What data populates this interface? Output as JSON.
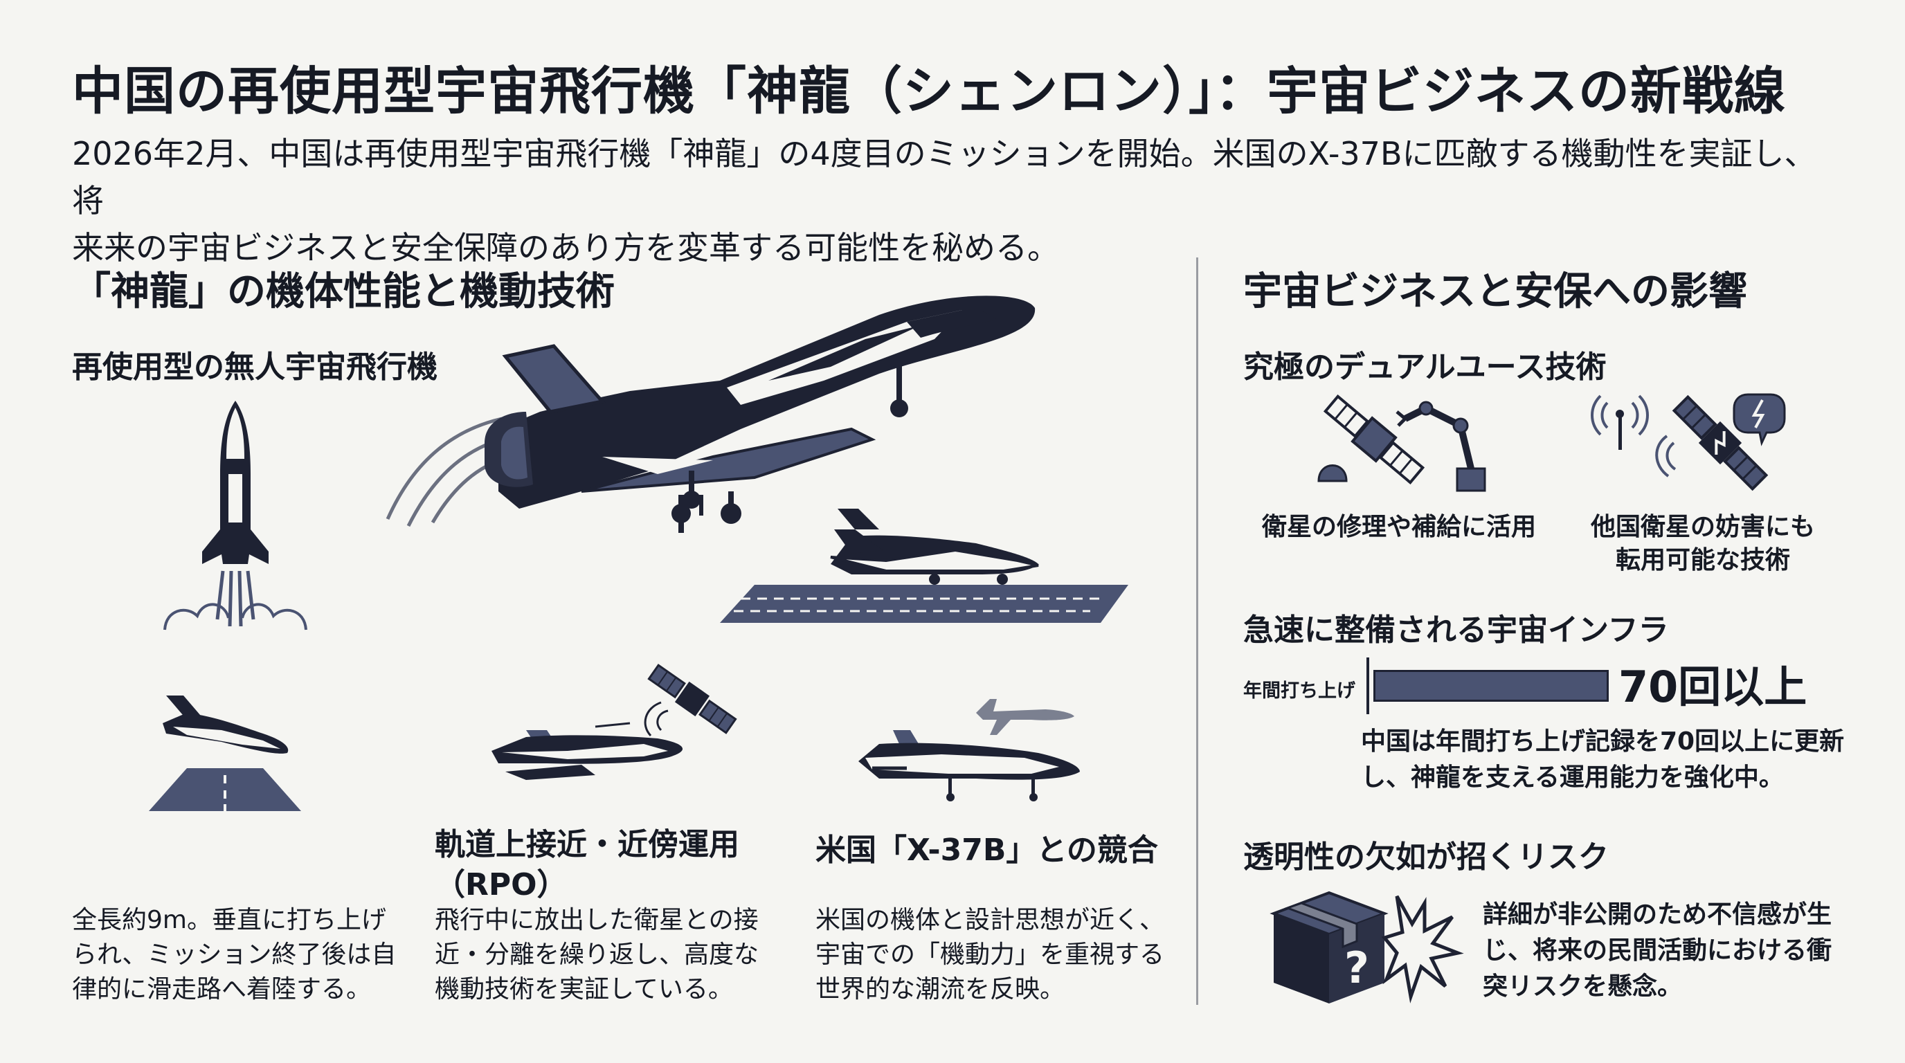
{
  "header": {
    "title": "中国の再使用型宇宙飛行機「神龍（シェンロン）」：宇宙ビジネスの新戦線",
    "lead_line1": "2026年2月、中国は再使用型宇宙飛行機「神龍」の4度目のミッションを開始。米国のX-37Bに匹敵する機動性を実証し、将",
    "lead_line2": "来来の宇宙ビジネスと安全保障のあり方を変革する可能性を秘める。"
  },
  "left": {
    "heading": "「神龍」の機体性能と機動技術",
    "subheading": "再使用型の無人宇宙飛行機",
    "col1": {
      "text_line1": "全長約9m。垂直に打ち上げ",
      "text_line2": "られ、ミッション終了後は自",
      "text_line3": "律的に滑走路へ着陸する。"
    },
    "col2": {
      "title_line1": "軌道上接近・近傍運用",
      "title_line2": "（RPO）",
      "text_line1": "飛行中に放出した衛星との接",
      "text_line2": "近・分離を繰り返し、高度な",
      "text_line3": "機動技術を実証している。"
    },
    "col3": {
      "title": "米国「X-37B」との競合",
      "text_line1": "米国の機体と設計思想が近く、",
      "text_line2": "宇宙での「機動力」を重視する",
      "text_line3": "世界的な潮流を反映。"
    }
  },
  "right": {
    "heading": "宇宙ビジネスと安保への影響",
    "dual_use": {
      "title": "究極のデュアルユース技術",
      "item1": "衛星の修理や補給に活用",
      "item2_line1": "他国衛星の妨害にも",
      "item2_line2": "転用可能な技術"
    },
    "infra": {
      "title": "急速に整備される宇宙インフラ",
      "bar_label": "年間打ち上げ",
      "bar_value_text": "70回以上",
      "text_line1": "中国は年間打ち上げ記録を70回以上に更新",
      "text_line2": "し、神龍を支える運用能力を強化中。"
    },
    "risk": {
      "title": "透明性の欠如が招くリスク",
      "box_mark": "?",
      "text_line1": "詳細が非公開のため不信感が生",
      "text_line2": "じ、将来の民間活動における衝",
      "text_line3": "突リスクを懸念。"
    }
  },
  "colors": {
    "navy": "#1e2233",
    "slate": "#4a5372",
    "bg": "#f5f5f2",
    "text": "#161a24"
  },
  "icons": [
    "rocket-icon",
    "spaceplane-icon",
    "runway-icon",
    "satellite-icon",
    "robot-arm-icon",
    "signal-icon",
    "lightning-icon",
    "cardboard-box-icon",
    "burst-icon"
  ]
}
